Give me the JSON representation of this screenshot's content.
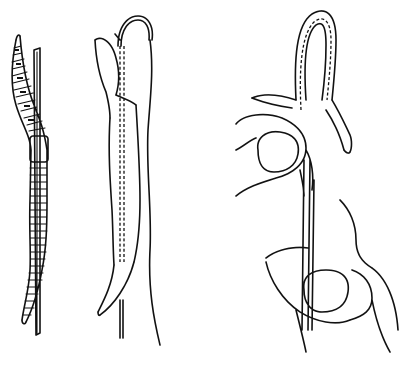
{
  "illustration": {
    "panels": [
      {
        "id": "worm-beside-hook",
        "icon": "earthworm-and-hook-icon"
      },
      {
        "id": "worm-threaded-on-hook",
        "icon": "threaded-worm-icon"
      },
      {
        "id": "hand-baiting-hook",
        "icon": "hands-threading-worm-icon"
      }
    ],
    "colors": {
      "ink": "#111111",
      "background": "#ffffff"
    }
  }
}
